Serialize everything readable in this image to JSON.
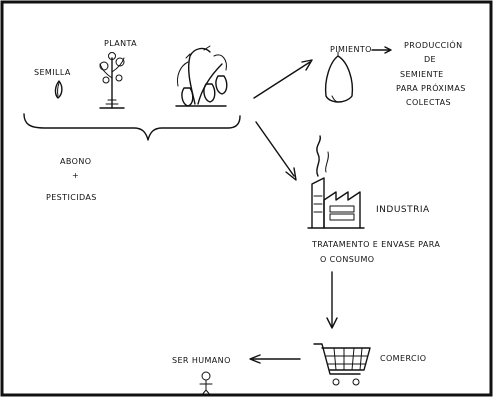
{
  "labels": {
    "semilla": "SEMILLA",
    "planta": "PLANTA",
    "abono": "ABONO",
    "plus": "+",
    "pesticidas": "PESTICIDAS",
    "pimiento": "PIMIENTO",
    "produccion_1": "PRODUCCIÓN",
    "produccion_2": "DE",
    "produccion_3": "SEMIENTE",
    "produccion_4": "PARA PRÓXIMAS",
    "produccion_5": "COLECTAS",
    "industria": "INDUSTRIA",
    "tratamiento_1": "TRATAMENTO E ENVASE PARA",
    "tratamiento_2": "O CONSUMO",
    "comercio": "COMERCIO",
    "ser_humano": "SER HUMANO"
  }
}
